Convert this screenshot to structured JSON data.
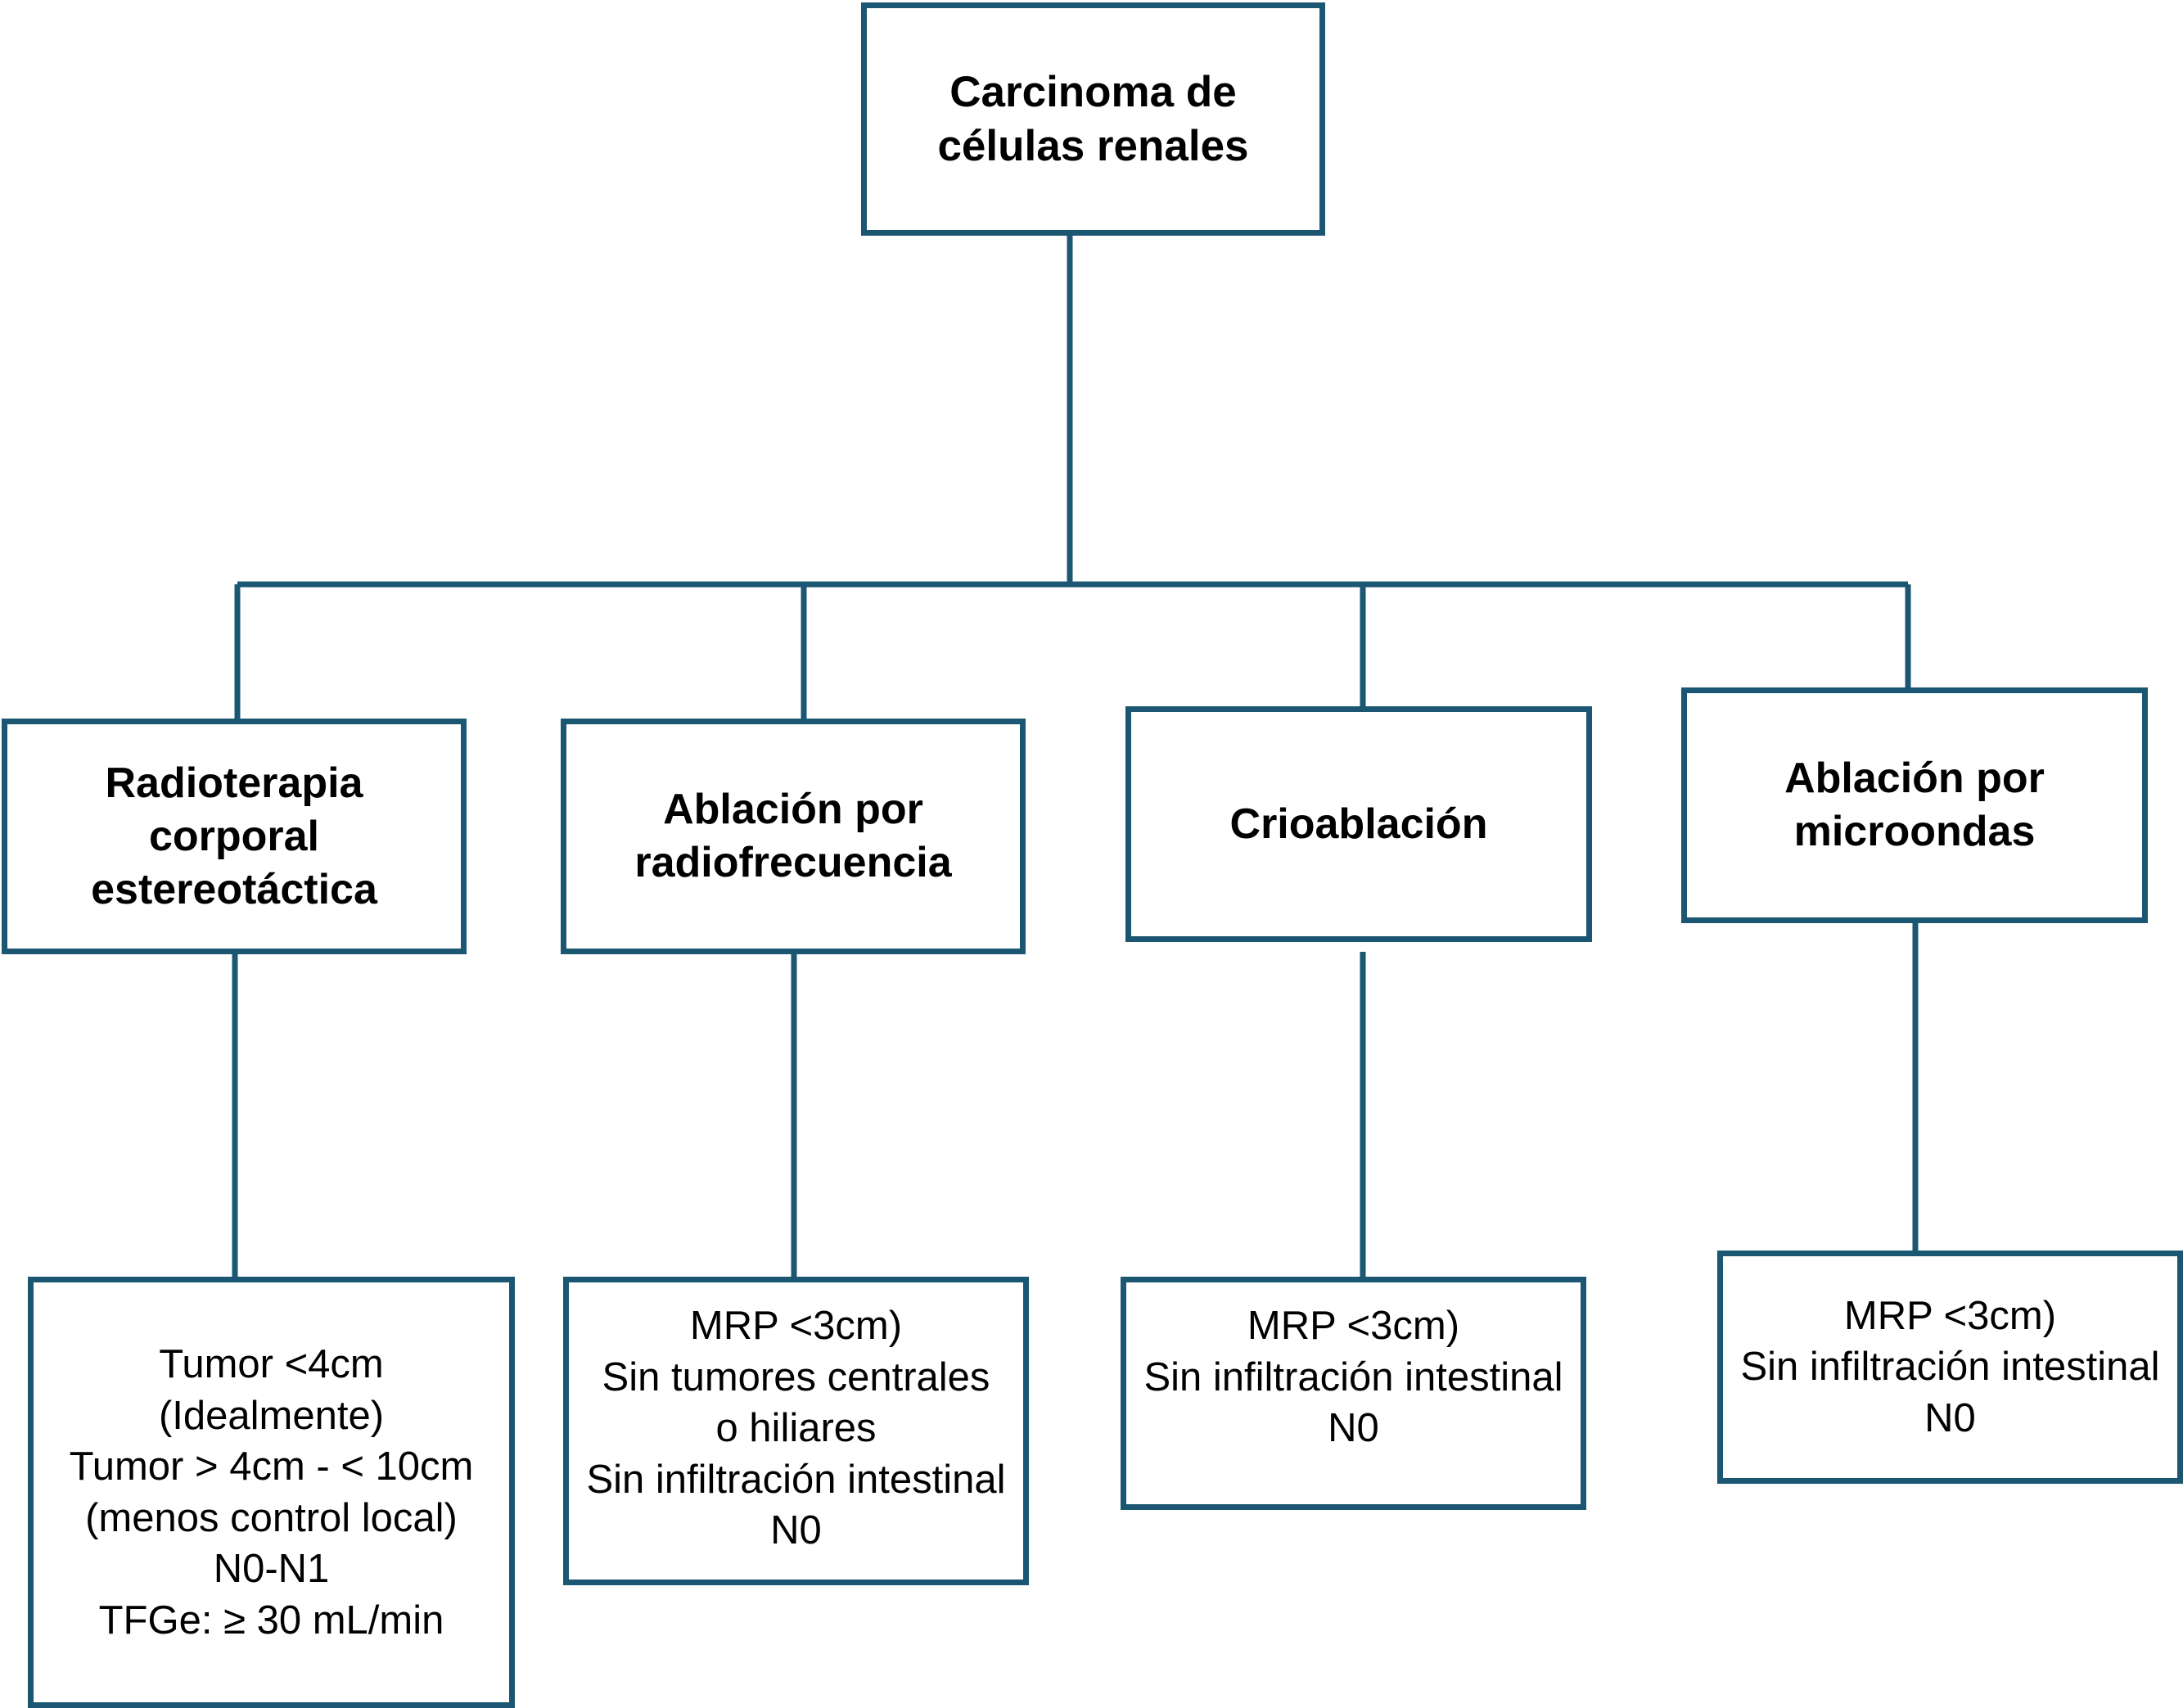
{
  "diagram": {
    "line_color": "#1b5673",
    "root": {
      "label": "Carcinoma de\ncélulas renales"
    },
    "methods": [
      {
        "label": "Radioterapia\ncorporal\nestereotáctica",
        "criteria": "Tumor <4cm\n(Idealmente)\nTumor > 4cm - < 10cm\n(menos control local)\nN0-N1\nTFGe: ≥ 30 mL/min"
      },
      {
        "label": "Ablación por\nradiofrecuencia",
        "criteria": "MRP <3cm)\nSin tumores centrales\no hiliares\nSin infiltración intestinal\nN0"
      },
      {
        "label": "Crioablación",
        "criteria": "MRP <3cm)\nSin infiltración intestinal\nN0"
      },
      {
        "label": "Ablación por\nmicroondas",
        "criteria": "MRP <3cm)\nSin infiltración intestinal\nN0"
      }
    ]
  }
}
